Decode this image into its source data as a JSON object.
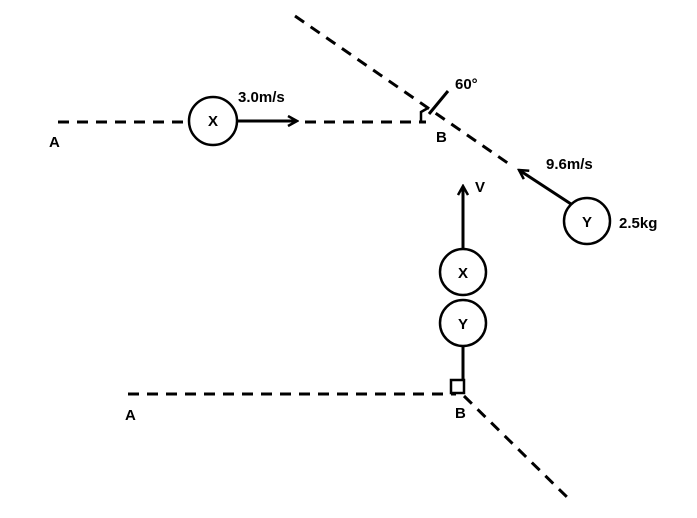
{
  "top_scene": {
    "point_a": "A",
    "point_b": "B",
    "ball_x": {
      "label": "X",
      "speed": "3.0m/s"
    },
    "ball_y": {
      "label": "Y",
      "speed": "9.6m/s",
      "mass": "2.5kg"
    },
    "angle": "60°"
  },
  "bottom_scene": {
    "point_a": "A",
    "point_b": "B",
    "ball_x": {
      "label": "X"
    },
    "ball_y": {
      "label": "Y"
    },
    "velocity": "V"
  }
}
